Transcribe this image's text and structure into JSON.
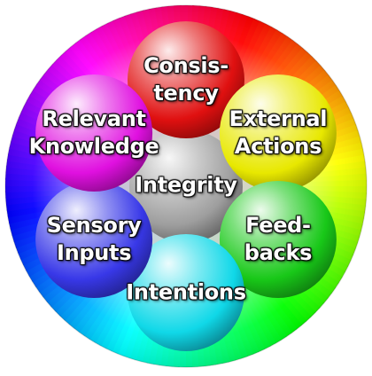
{
  "center": {
    "label": "Integrity",
    "color": "#9e9e9e"
  },
  "nodes": [
    {
      "id": "consistency",
      "lines": [
        "Consis-",
        "tency"
      ],
      "color": "#e01010"
    },
    {
      "id": "external-actions",
      "lines": [
        "External",
        "Actions"
      ],
      "color": "#e8e800"
    },
    {
      "id": "feedbacks",
      "lines": [
        "Feed-",
        "backs"
      ],
      "color": "#18c818"
    },
    {
      "id": "intentions",
      "lines": [
        "Intentions"
      ],
      "color": "#10d8e8"
    },
    {
      "id": "sensory-inputs",
      "lines": [
        "Sensory",
        "Inputs"
      ],
      "color": "#3838e8"
    },
    {
      "id": "relevant-knowledge",
      "lines": [
        "Relevant",
        "Knowledge"
      ],
      "color": "#e010e0"
    }
  ],
  "ring": {
    "colors": [
      "#ff0000",
      "#ffff00",
      "#00cc00",
      "#00ffff",
      "#0000ff",
      "#ff00ff"
    ]
  }
}
